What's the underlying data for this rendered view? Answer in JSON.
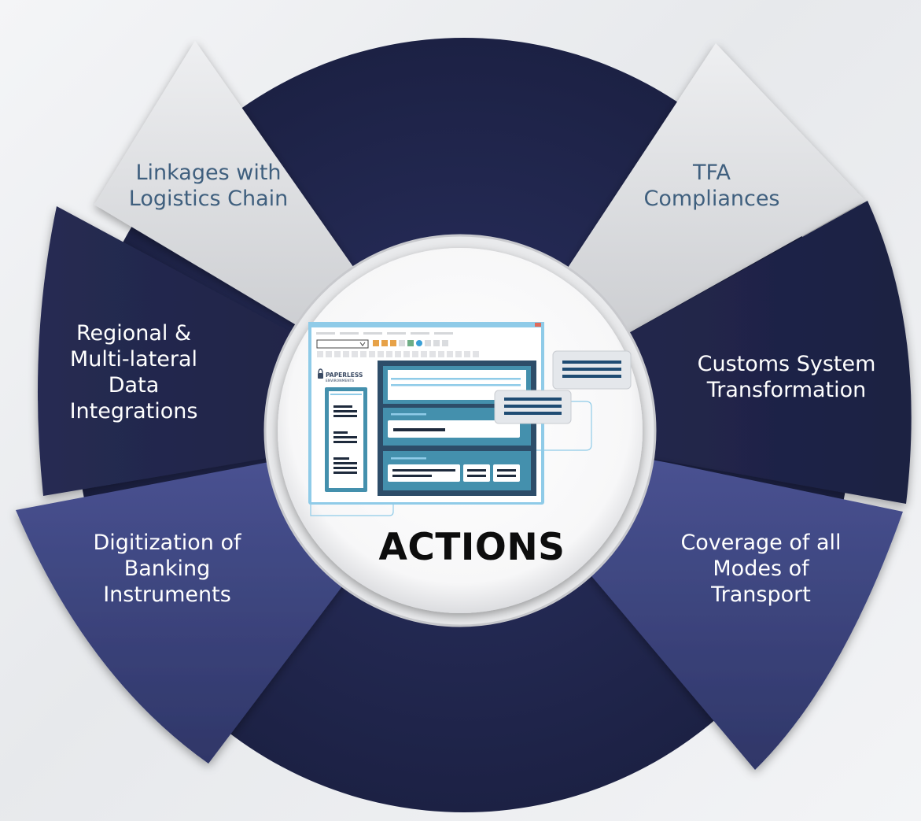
{
  "center": {
    "title": "ACTIONS",
    "logo_text": "PAPERLESS",
    "logo_subtext": "ENVIRONMENTS"
  },
  "segments": [
    {
      "id": "linkages",
      "label": "Linkages with\nLogistics Chain"
    },
    {
      "id": "tfa",
      "label": "TFA\nCompliances"
    },
    {
      "id": "regional",
      "label": "Regional &\nMulti-lateral\nData\nIntegrations"
    },
    {
      "id": "customs",
      "label": "Customs System\nTransformation"
    },
    {
      "id": "banking",
      "label": "Digitization of\nBanking\nInstruments"
    },
    {
      "id": "transport",
      "label": "Coverage of all\nModes of\nTransport"
    }
  ],
  "colors": {
    "navy": "#1f2447",
    "light_segment": "#d3d4d7",
    "blue_segment": "#3a4279",
    "accent_blue": "#8fcbe8",
    "panel_blue": "#4490ad",
    "panel_dark": "#2d4d69",
    "orange": "#e7a248"
  }
}
